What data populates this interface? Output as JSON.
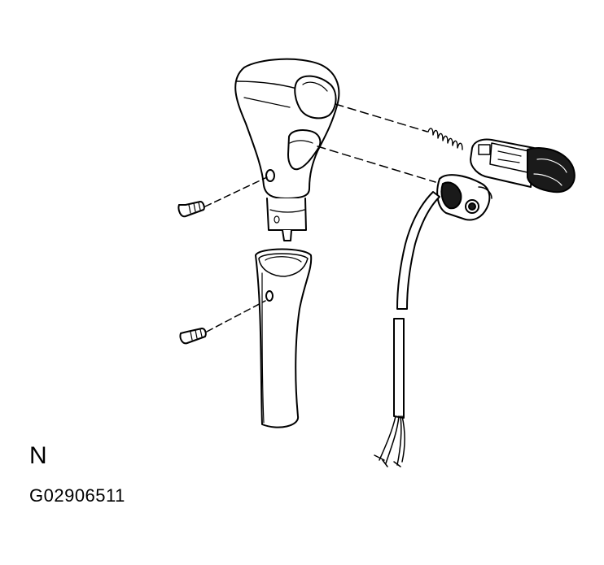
{
  "figure": {
    "view_letter": "N",
    "figure_code": "G02906511"
  },
  "parts": [
    "shift-knob",
    "knob-lower-cover",
    "upper-screw",
    "lower-screw",
    "spring",
    "button-assembly",
    "switch-connector",
    "wire-harness"
  ],
  "colors": {
    "ink": "#000000",
    "fill": "#ffffff",
    "shade": "#1a1a1a"
  }
}
